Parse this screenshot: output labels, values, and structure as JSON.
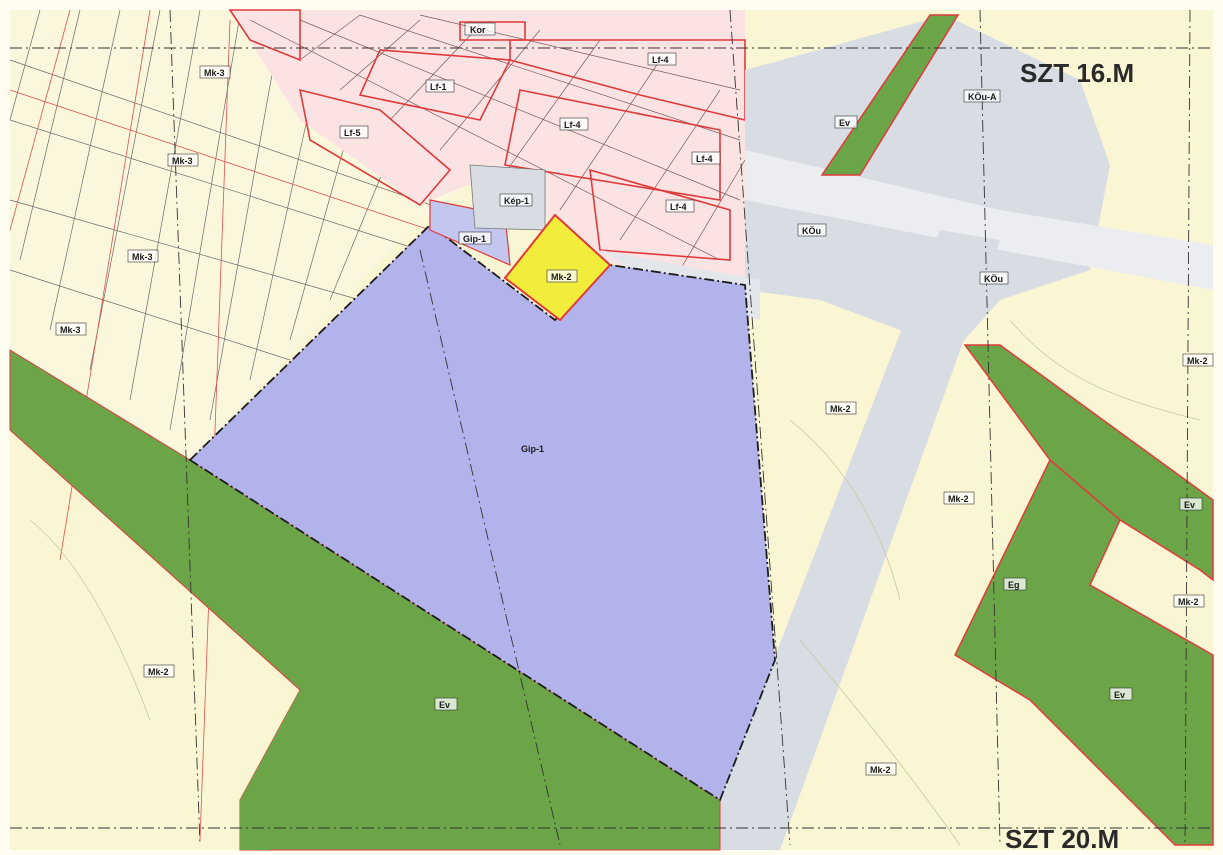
{
  "map": {
    "sheet_labels": {
      "top": "SZT 16.M",
      "bottom": "SZT 20.M"
    },
    "colors": {
      "paper": "#fefdf0",
      "agri_yellow": "#faf6d4",
      "forest": "#6ba548",
      "residential": "#fbe3e4",
      "transport": "#d8dde4",
      "industrial": "#b3b3ec",
      "special": "#f2ec3a",
      "zone_border": "#e23a3a"
    },
    "zones": {
      "kor": "Kor",
      "lf4_a": "Lf-4",
      "lf1": "Lf-1",
      "lf5": "Lf-5",
      "lf4_b": "Lf-4",
      "lf4_c": "Lf-4",
      "lf4_d": "Lf-4",
      "mk3_a": "Mk-3",
      "mk3_b": "Mk-3",
      "mk3_c": "Mk-3",
      "mk3_d": "Mk-3",
      "kep1": "Kép-1",
      "gip1_small": "Gip-1",
      "mk2_yellow": "Mk-2",
      "gip1": "Gip-1",
      "koa": "KÖu-A",
      "kou_a": "KÖu",
      "kou_b": "KÖu",
      "ev1": "Ev",
      "ev2": "Ev",
      "ev3": "Ev",
      "ev4": "Ev",
      "eg": "Eg",
      "mk2_a": "Mk-2",
      "mk2_b": "Mk-2",
      "mk2_c": "Mk-2",
      "mk2_d": "Mk-2",
      "mk2_e": "Mk-2",
      "mk2_f": "Mk-2"
    }
  }
}
